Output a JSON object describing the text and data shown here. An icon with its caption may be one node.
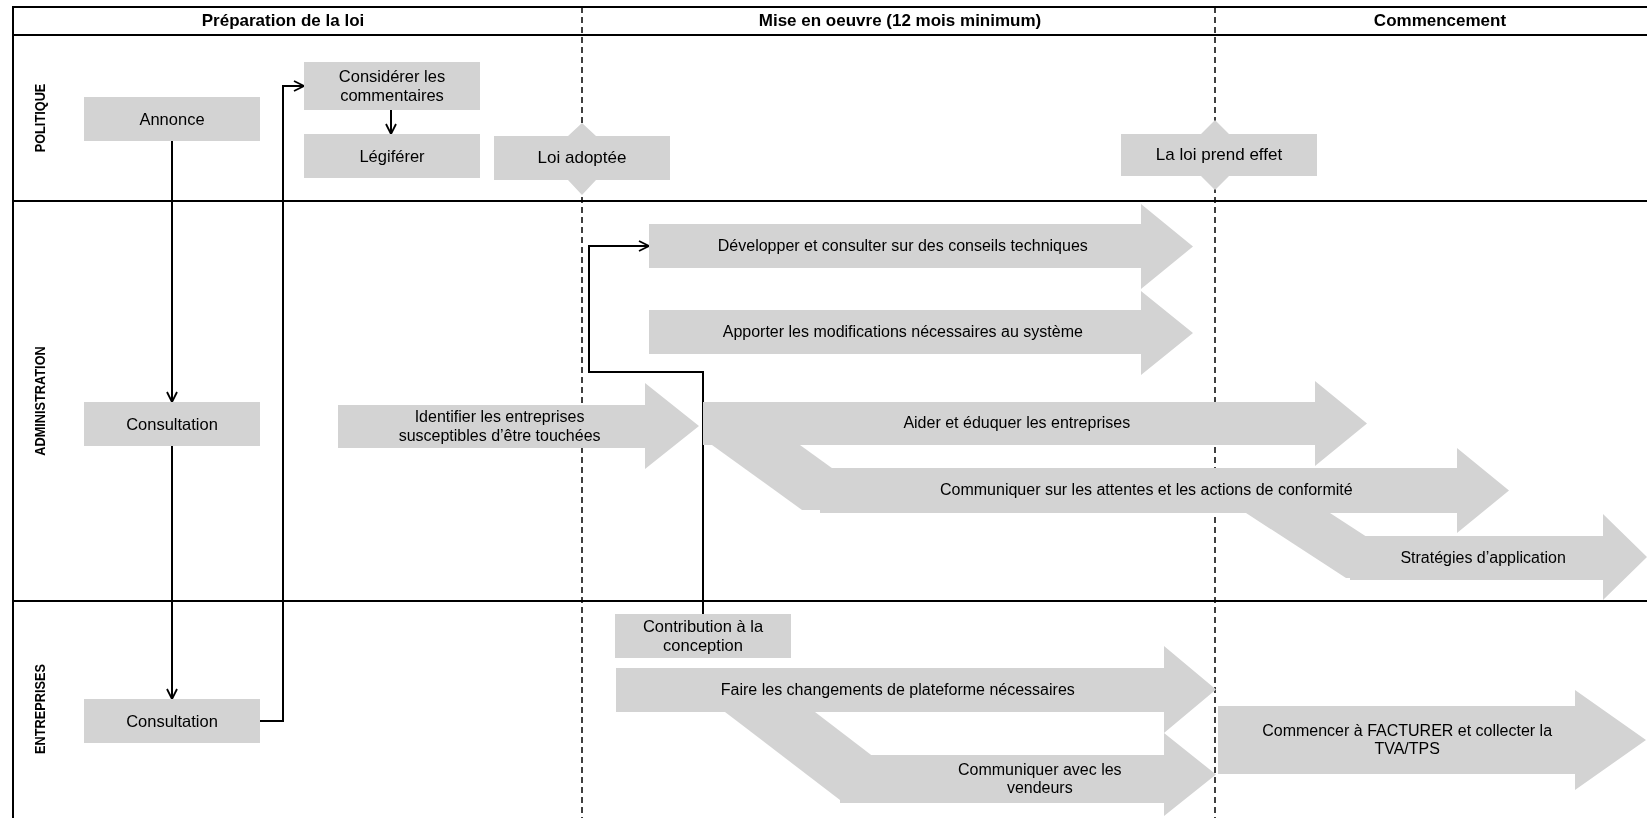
{
  "diagram": {
    "nodes": [
      {
        "text": [
          "Annonce"
        ]
      },
      {
        "text": [
          "Considérer les commentaires"
        ]
      },
      {
        "text": [
          "Légiférer"
        ]
      },
      {
        "text": [
          "Loi adoptée"
        ]
      },
      {
        "text": [
          "La loi prend effet"
        ]
      },
      {
        "text": [
          "Consultation"
        ]
      },
      {
        "text": [
          "Consultation"
        ]
      },
      {
        "text": [
          "Identifier les entreprises susceptibles d’être touchées"
        ]
      },
      {
        "text": [
          "Développer et consulter sur des conseils techniques"
        ]
      },
      {
        "text": [
          "Apporter les modifications nécessaires au système"
        ]
      },
      {
        "text": [
          "Aider et éduquer les entreprises"
        ]
      },
      {
        "text": [
          "Communiquer sur les attentes et les actions de conformité"
        ]
      },
      {
        "text": [
          "Stratégies d’application"
        ]
      },
      {
        "text": [
          "Contribution à la conception"
        ]
      },
      {
        "text": [
          "Faire les changements de plateforme nécessaires"
        ]
      },
      {
        "text": [
          "Communiquer avec les vendeurs"
        ]
      },
      {
        "text": [
          "Commencer à FACTURER et collecter la TVA/TPS"
        ]
      }
    ],
    "edges": [
      {
        "from": 0,
        "to": 5,
        "arrow": "to"
      },
      {
        "from": 5,
        "to": 6,
        "arrow": "to"
      },
      {
        "from": 6,
        "to": 1,
        "arrow": "to"
      },
      {
        "from": 1,
        "to": 2,
        "arrow": "to"
      },
      {
        "from": 13,
        "to": 8,
        "arrow": "to"
      },
      {
        "from": 10,
        "to": 11,
        "arrow": "none",
        "style": "thick",
        "color": "#d3d3d3"
      },
      {
        "from": 11,
        "to": 12,
        "arrow": "none",
        "style": "thick",
        "color": "#d3d3d3"
      },
      {
        "from": 14,
        "to": 15,
        "arrow": "none",
        "style": "thick",
        "color": "#d3d3d3"
      }
    ],
    "labels": [
      "Préparation de la loi",
      "Mise en oeuvre (12 mois minimum)",
      "Commencement",
      "POLITIQUE",
      "ADMINISTRATION",
      "ENTREPRISES"
    ]
  }
}
